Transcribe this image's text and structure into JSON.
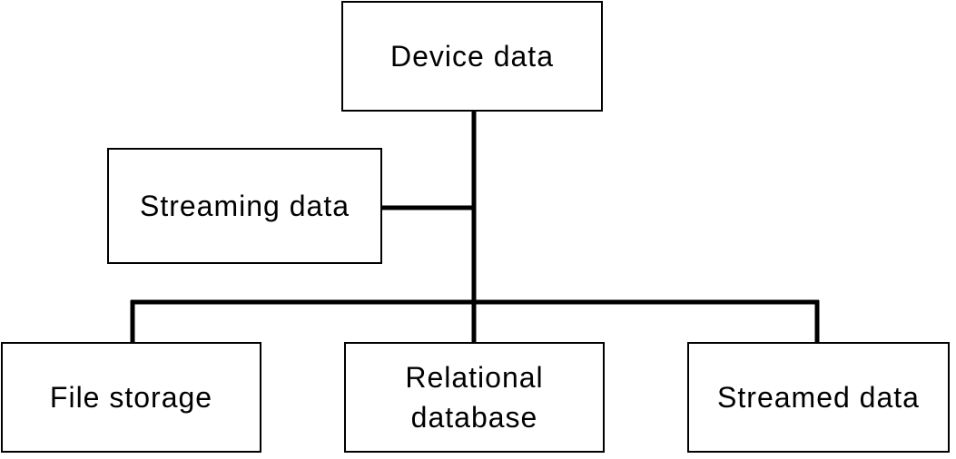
{
  "diagram": {
    "nodes": {
      "device_data": "Device data",
      "streaming_data": "Streaming data",
      "file_storage": "File storage",
      "relational_database_line1": "Relational",
      "relational_database_line2": "database",
      "streamed_data": "Streamed data"
    },
    "colors": {
      "stroke": "#000000",
      "fill": "#ffffff",
      "text": "#000000"
    },
    "edges": [
      {
        "from": "device_data",
        "to": "streaming_data"
      },
      {
        "from": "device_data",
        "to": "file_storage"
      },
      {
        "from": "device_data",
        "to": "relational_database"
      },
      {
        "from": "device_data",
        "to": "streamed_data"
      }
    ]
  }
}
